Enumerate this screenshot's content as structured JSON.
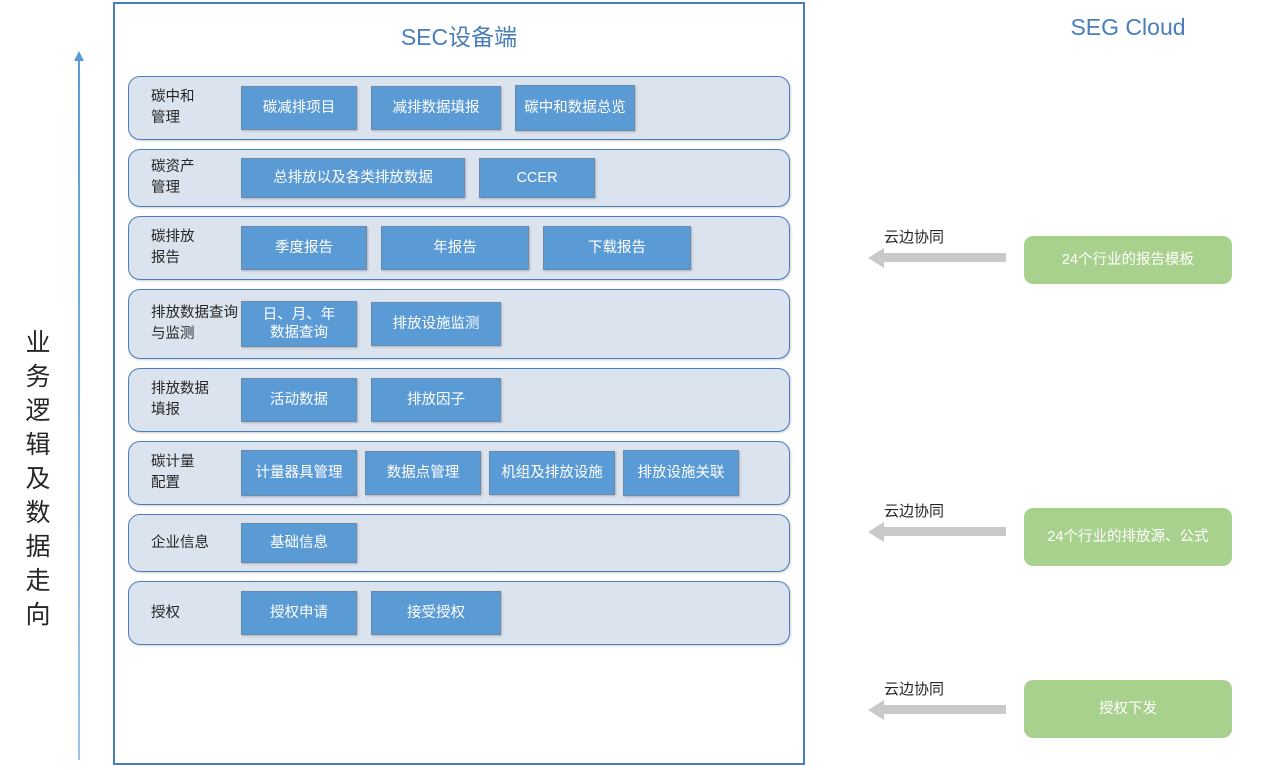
{
  "flow": {
    "label": "业务逻辑及数据走向",
    "arrow_direction": "up",
    "arrow_color": "#5b9bd5"
  },
  "sec_panel": {
    "title": "SEC设备端",
    "title_color": "#4a7ebb",
    "border_color": "#4a7ebb",
    "row_background": "#dbe3ef",
    "button_color": "#5b9bd5",
    "rows": [
      {
        "label": "碳中和\n管理",
        "buttons": [
          "碳减排项目",
          "减排数据填报",
          "碳中和数据总览"
        ]
      },
      {
        "label": "碳资产\n管理",
        "buttons": [
          "总排放以及各类排放数据",
          "CCER"
        ]
      },
      {
        "label": "碳排放\n报告",
        "buttons": [
          "季度报告",
          "年报告",
          "下载报告"
        ]
      },
      {
        "label": "排放数据查询与监测",
        "buttons": [
          "日、月、年数据查询",
          "排放设施监测"
        ]
      },
      {
        "label": "排放数据\n填报",
        "buttons": [
          "活动数据",
          "排放因子"
        ]
      },
      {
        "label": "碳计量\n配置",
        "buttons": [
          "计量器具管理",
          "数据点管理",
          "机组及排放设施",
          "排放设施关联"
        ]
      },
      {
        "label": "企业信息",
        "buttons": [
          "基础信息"
        ]
      },
      {
        "label": "授权",
        "buttons": [
          "授权申请",
          "接受授权"
        ]
      }
    ]
  },
  "seg_cloud": {
    "title": "SEG Cloud",
    "title_color": "#4a7ebb",
    "block_color": "#a9d18e",
    "arrow_color": "#c9c9c9",
    "items": [
      {
        "sync_label": "云边协同",
        "block_text": "24个行业的报告模板"
      },
      {
        "sync_label": "云边协同",
        "block_text": "24个行业的排放源、公式"
      },
      {
        "sync_label": "云边协同",
        "block_text": "授权下发"
      }
    ]
  }
}
